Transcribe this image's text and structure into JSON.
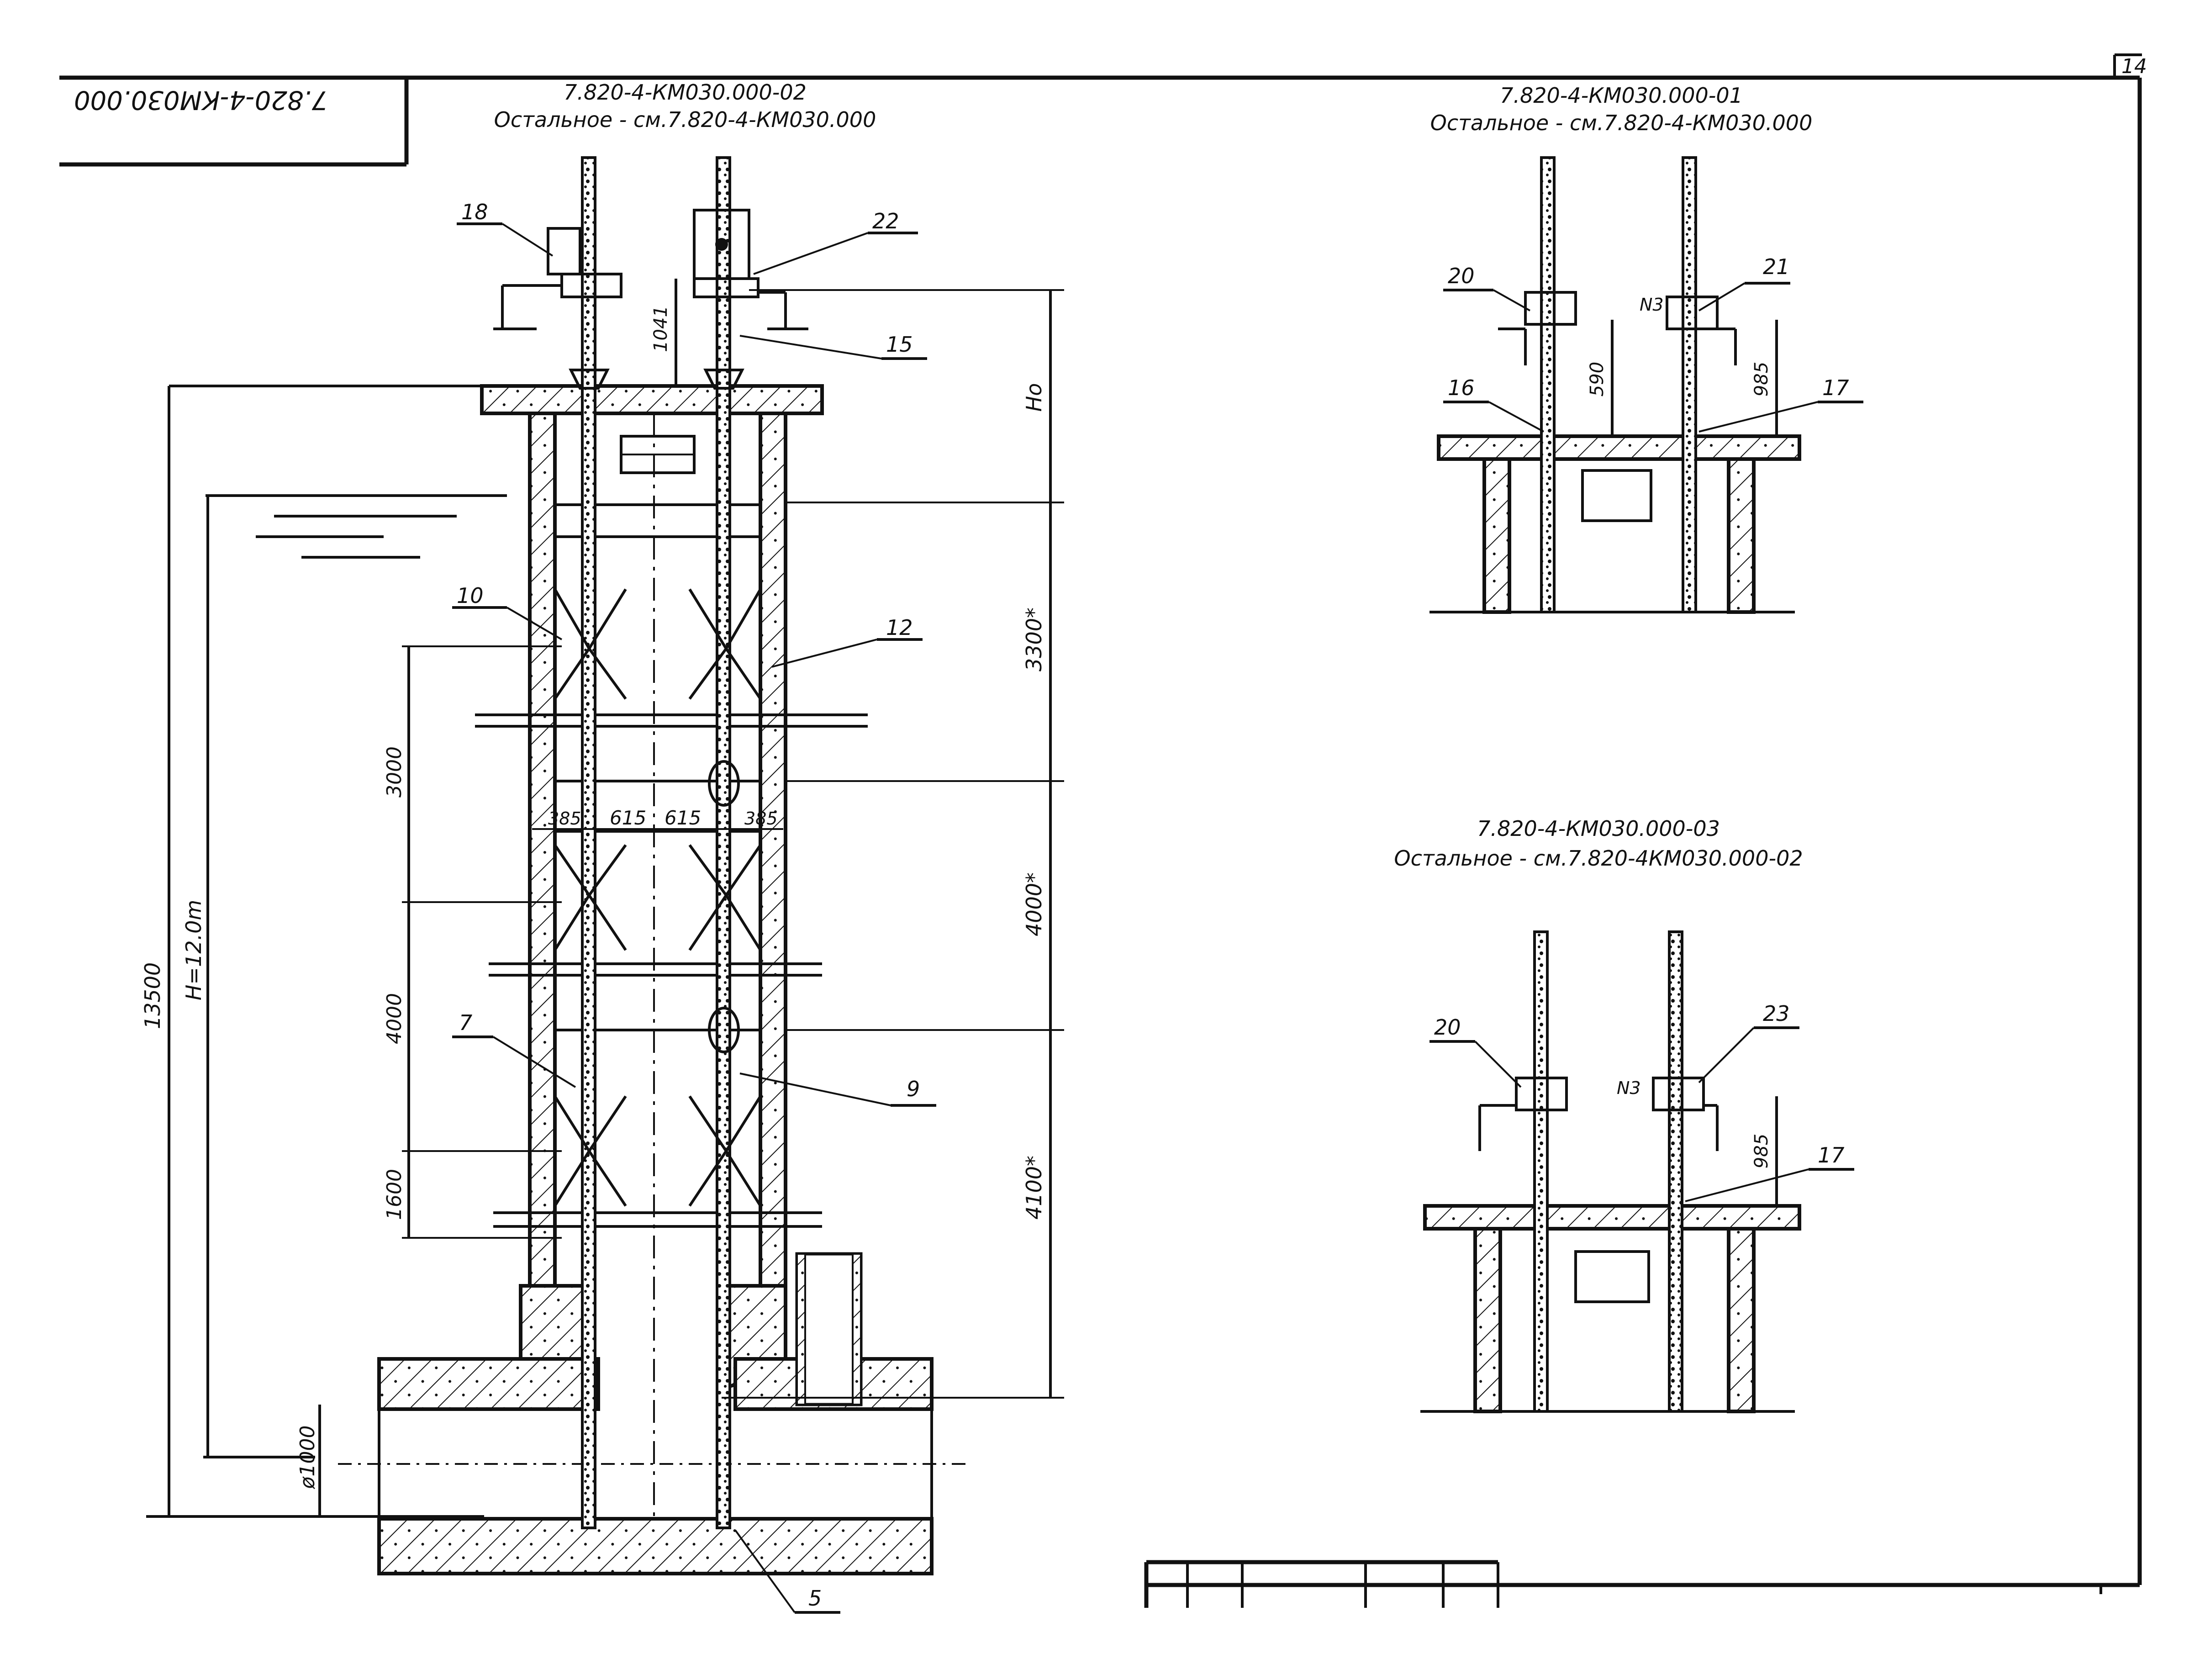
{
  "sheet": {
    "number": "14"
  },
  "stamp": {
    "code": "7.820-4-КМ030.000"
  },
  "views": {
    "main": {
      "code": "7.820-4-КМ030.000-02",
      "note": "Остальное - см.7.820-4-КМ030.000",
      "callouts": [
        "18",
        "22",
        "15",
        "10",
        "12",
        "7",
        "9",
        "5"
      ],
      "dims_right": [
        "Hо",
        "3300*",
        "4000*",
        "4100*"
      ],
      "dim_1041": "1041",
      "dims_left_inner": [
        "3000",
        "4000",
        "1600"
      ],
      "dims_horizontal": [
        "385",
        "615",
        "615",
        "385"
      ],
      "total_height": "13500",
      "water_height": "H=12.0m",
      "pipe_diameter": "ø1000"
    },
    "detail_01": {
      "code": "7.820-4-КМ030.000-01",
      "note": "Остальное - см.7.820-4-КМ030.000",
      "callouts": [
        "20",
        "21",
        "16",
        "17"
      ],
      "nut_label": "N3",
      "dims": [
        "590",
        "985"
      ]
    },
    "detail_03": {
      "code": "7.820-4-КМ030.000-03",
      "note": "Остальное - см.7.820-4КМ030.000-02",
      "callouts": [
        "20",
        "23",
        "17"
      ],
      "nut_label": "N3",
      "dims": [
        "985"
      ]
    }
  }
}
